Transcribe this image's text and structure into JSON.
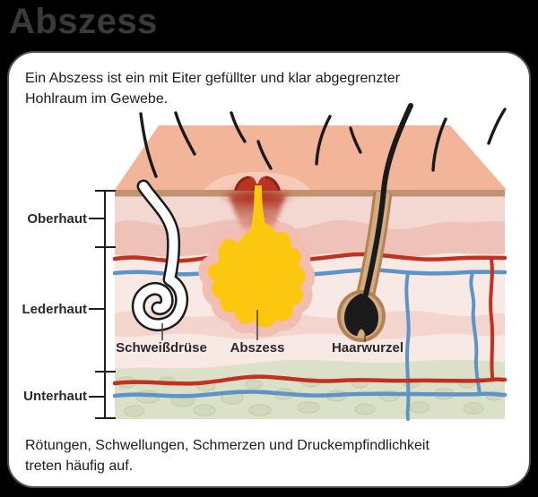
{
  "page": {
    "title": "Abszess"
  },
  "card": {
    "description": "Ein Abszess ist ein mit Eiter gefüllter und klar abgegrenzter Hohlraum im Gewebe.",
    "footer": "Rötungen, Schwellungen, Schmerzen und Druckempfindlichkeit treten häufig auf."
  },
  "diagram": {
    "layer_labels": [
      {
        "label": "Oberhaut"
      },
      {
        "label": "Lederhaut"
      },
      {
        "label": "Unterhaut"
      }
    ],
    "part_labels": [
      {
        "label": "Schweißdrüse"
      },
      {
        "label": "Abszess"
      },
      {
        "label": "Haarwurzel"
      }
    ],
    "colors": {
      "background": "#000000",
      "card": "#ffffff",
      "title_text": "#3a3a3c",
      "skin_surface": "#f3b59a",
      "skin_surface_edge": "#bf9372",
      "epidermis": "#f3d8d1",
      "epidermis_wave": "#eec2b9",
      "dermis": "#f8e9e5",
      "dermis_wave": "#f2cdc6",
      "subcutis": "#dbe0c8",
      "fat_lobule": "#d2d8bb",
      "vessel_red": "#c0311f",
      "vessel_blue": "#5e93c6",
      "pus_yellow": "#fcc70f",
      "abscess_halo": "#f2bdb3",
      "inflamed_red": "#bb3322",
      "bump_skin": "#f7cbb7",
      "hair": "#1a1a1c",
      "follicle_outer": "#b28257",
      "follicle_inner": "#d4ac80",
      "gland": "#ffffff",
      "label_text": "#2a2a2a"
    }
  }
}
